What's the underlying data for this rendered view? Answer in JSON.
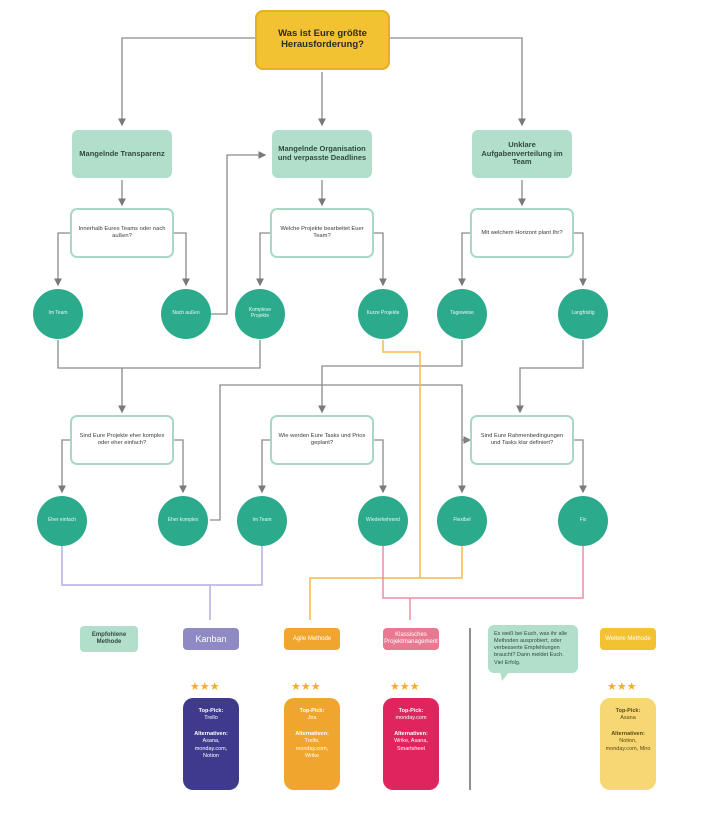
{
  "root": "Was ist Eure größte Herausforderung?",
  "categories": [
    "Mangelnde Transparenz",
    "Mangelnde Organisation und verpasste Deadlines",
    "Unklare Aufgabenverteilung im Team"
  ],
  "questions": [
    "Innerhalb Eures Teams oder nach außen?",
    "Welche Projekte bearbeitet Euer Team?",
    "Mit welchem Horizont plant Ihr?",
    "Sind Eure Projekte eher komplex oder eher einfach?",
    "Wie werden Eure Tasks und Prios geplant?",
    "Sind Eure Rahmenbedingungen und Tasks klar definiert?"
  ],
  "answers_row1": [
    "Im Team",
    "Nach außen",
    "Komplexe Projekte",
    "Kurze Projekte",
    "Tageweise",
    "Langfristig"
  ],
  "answers_row2": [
    "Eher einfach",
    "Eher komplex",
    "Im Team",
    "Wiederkehrend",
    "Flexibel",
    "Fix"
  ],
  "legend": {
    "method": "Empfohlene Methode",
    "kanban": "Kanban",
    "orange": "Agile Methode",
    "pink": "Klassisches Projektmanagement",
    "yellow": "Weitere Methode"
  },
  "bubble_text": "Es weiß bei Euch, was ihr alle Methoden ausprobiert, oder verbesserte Empfehlungen braucht? Dann meldet Euch. Viel Erfolg.",
  "cards": [
    {
      "top": "Top-Pick:",
      "top_val": "Trello",
      "alt": "Alternativen:",
      "alt_vals": "Asana, monday.com, Notion",
      "color": "#3f3b8c"
    },
    {
      "top": "Top-Pick:",
      "top_val": "Jira",
      "alt": "Alternativen:",
      "alt_vals": "Trello, monday.com, Wrike",
      "color": "#f0a62e"
    },
    {
      "top": "Top-Pick:",
      "top_val": "monday.com",
      "alt": "Alternativen:",
      "alt_vals": "Wrike, Asana, Smartsheet",
      "color": "#e0245e"
    },
    {
      "top": "Top-Pick:",
      "top_val": "Asana",
      "alt": "Alternativen:",
      "alt_vals": "Notion, monday.com, Miro",
      "color": "#f7d774"
    }
  ],
  "stars": "★★★",
  "colors": {
    "line_gray": "#8a8a8a",
    "lavender": "#b4b0de",
    "orange": "#f5b84c",
    "pink": "#ee8ea0"
  }
}
